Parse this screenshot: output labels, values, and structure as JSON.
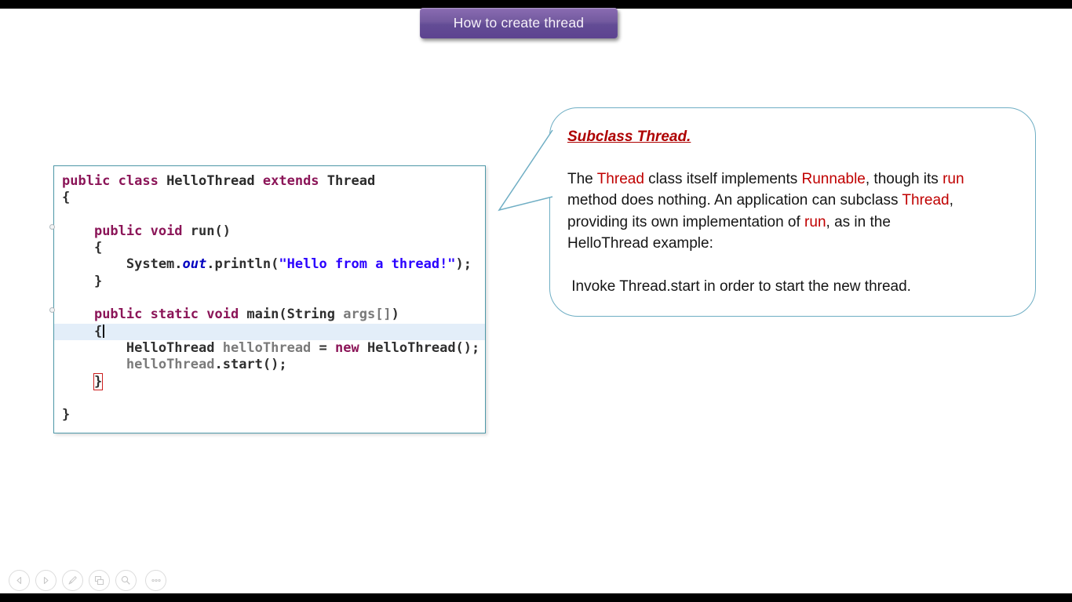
{
  "slide": {
    "title": "How to create thread"
  },
  "colors": {
    "banner_purple": "#6a4e9e",
    "code_box_border_teal": "#4e98a8",
    "callout_border_aqua": "#6faec4",
    "keyword_magenta": "#8b1558",
    "string_blue": "#2a00ff",
    "emphasis_red": "#c00000",
    "heading_dark_red": "#ae0000",
    "line_highlight_blue": "#e3eef9"
  },
  "code_editor": {
    "lines": [
      {
        "segments": [
          {
            "t": "public class ",
            "s": "kw"
          },
          {
            "t": "HelloThread ",
            "s": "type"
          },
          {
            "t": "extends ",
            "s": "kw"
          },
          {
            "t": "Thread",
            "s": "type"
          }
        ]
      },
      {
        "segments": [
          {
            "t": "{",
            "s": "plain"
          }
        ]
      },
      {
        "segments": []
      },
      {
        "segments": [
          {
            "t": "    ",
            "s": "plain"
          },
          {
            "t": "public void ",
            "s": "kw"
          },
          {
            "t": "run()",
            "s": "plain"
          }
        ]
      },
      {
        "segments": [
          {
            "t": "    {",
            "s": "plain"
          }
        ]
      },
      {
        "segments": [
          {
            "t": "        System.",
            "s": "plain"
          },
          {
            "t": "out",
            "s": "field"
          },
          {
            "t": ".println(",
            "s": "plain"
          },
          {
            "t": "\"Hello from a thread!\"",
            "s": "str"
          },
          {
            "t": ");",
            "s": "plain"
          }
        ]
      },
      {
        "segments": [
          {
            "t": "    }",
            "s": "plain"
          }
        ]
      },
      {
        "segments": []
      },
      {
        "segments": [
          {
            "t": "    ",
            "s": "plain"
          },
          {
            "t": "public static void ",
            "s": "kw"
          },
          {
            "t": "main(String ",
            "s": "plain"
          },
          {
            "t": "args[]",
            "s": "var"
          },
          {
            "t": ")",
            "s": "plain"
          }
        ]
      },
      {
        "highlight": true,
        "segments": [
          {
            "t": "    {",
            "s": "plain"
          },
          {
            "t": "",
            "s": "cursor"
          }
        ]
      },
      {
        "segments": [
          {
            "t": "        HelloThread ",
            "s": "plain"
          },
          {
            "t": "helloThread ",
            "s": "var"
          },
          {
            "t": "= ",
            "s": "plain"
          },
          {
            "t": "new ",
            "s": "kw"
          },
          {
            "t": "HelloThread();",
            "s": "plain"
          }
        ]
      },
      {
        "segments": [
          {
            "t": "        ",
            "s": "plain"
          },
          {
            "t": "helloThread",
            "s": "var"
          },
          {
            "t": ".start();",
            "s": "plain"
          }
        ]
      },
      {
        "segments": [
          {
            "t": "    ",
            "s": "plain"
          },
          {
            "t": "}",
            "s": "redbox"
          }
        ]
      },
      {
        "segments": []
      },
      {
        "segments": [
          {
            "t": "}",
            "s": "plain"
          }
        ]
      }
    ]
  },
  "callout": {
    "heading": "Subclass Thread.",
    "paragraph1": [
      [
        {
          "t": "The "
        },
        {
          "t": "Thread",
          "red": true
        },
        {
          "t": " class itself implements "
        },
        {
          "t": "Runnable",
          "red": true
        },
        {
          "t": ", though its "
        },
        {
          "t": "run",
          "red": true
        }
      ],
      [
        {
          "t": "method does nothing. An application can subclass "
        },
        {
          "t": "Thread",
          "red": true
        },
        {
          "t": ","
        }
      ],
      [
        {
          "t": "providing its own implementation of "
        },
        {
          "t": "run",
          "red": true
        },
        {
          "t": ", as in the"
        }
      ],
      [
        {
          "t": "HelloThread example:"
        }
      ]
    ],
    "paragraph2": " Invoke Thread.start in order to start the new thread."
  },
  "toolbar": {
    "buttons": [
      {
        "name": "previous-slide"
      },
      {
        "name": "next-slide"
      },
      {
        "name": "pen-annotate"
      },
      {
        "name": "see-all-slides"
      },
      {
        "name": "zoom-into-slide"
      },
      {
        "name": "more-options"
      }
    ]
  }
}
